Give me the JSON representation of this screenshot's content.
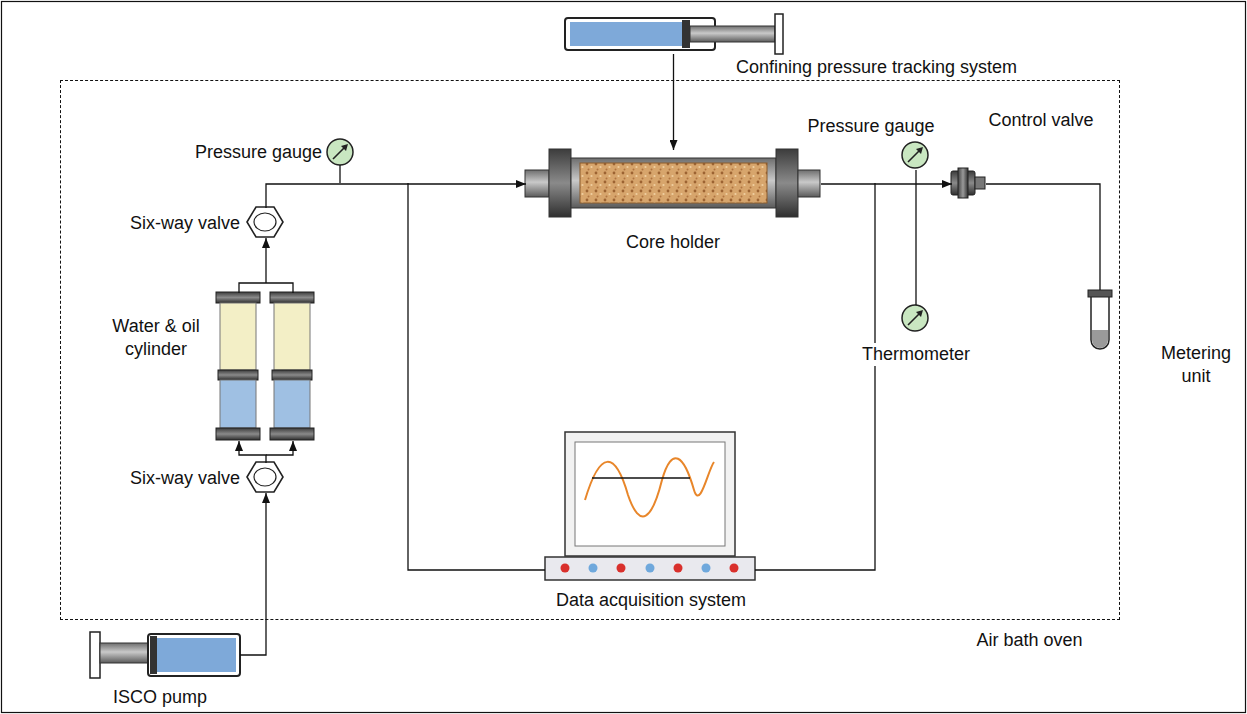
{
  "diagram": {
    "nodes": [
      {
        "text": [
          "Air bath oven"
        ]
      },
      {
        "text": [
          "Confining pressure tracking system"
        ]
      },
      {
        "text": [
          "Pressure gauge"
        ],
        "in": 0
      },
      {
        "text": [
          "Six-way valve"
        ],
        "in": 0
      },
      {
        "text": [
          "Core holder"
        ],
        "in": 0
      },
      {
        "text": [
          "Pressure gauge"
        ],
        "in": 0
      },
      {
        "text": [
          "Control valve"
        ],
        "in": 0
      },
      {
        "text": [
          "Water & oil cylinder"
        ],
        "in": 0
      },
      {
        "text": [
          "Thermometer"
        ],
        "in": 0
      },
      {
        "text": [
          "Metering unit"
        ]
      },
      {
        "text": [
          "Data acquisition system"
        ],
        "in": 0
      },
      {
        "text": [
          "Six-way valve"
        ],
        "in": 0
      },
      {
        "text": [
          "ISCO pump"
        ]
      }
    ],
    "edges": [
      {
        "from": 12,
        "to": 11,
        "arrow": "to"
      },
      {
        "from": 11,
        "to": 7,
        "arrow": "to"
      },
      {
        "from": 7,
        "to": 3,
        "arrow": "to"
      },
      {
        "from": 3,
        "to": 4,
        "arrow": "to"
      },
      {
        "from": 1,
        "to": 4,
        "arrow": "to"
      },
      {
        "from": 4,
        "to": 6,
        "arrow": "to"
      },
      {
        "from": 6,
        "to": 9,
        "arrow": "none"
      },
      {
        "from": 5,
        "to": 8,
        "arrow": "none"
      }
    ]
  }
}
